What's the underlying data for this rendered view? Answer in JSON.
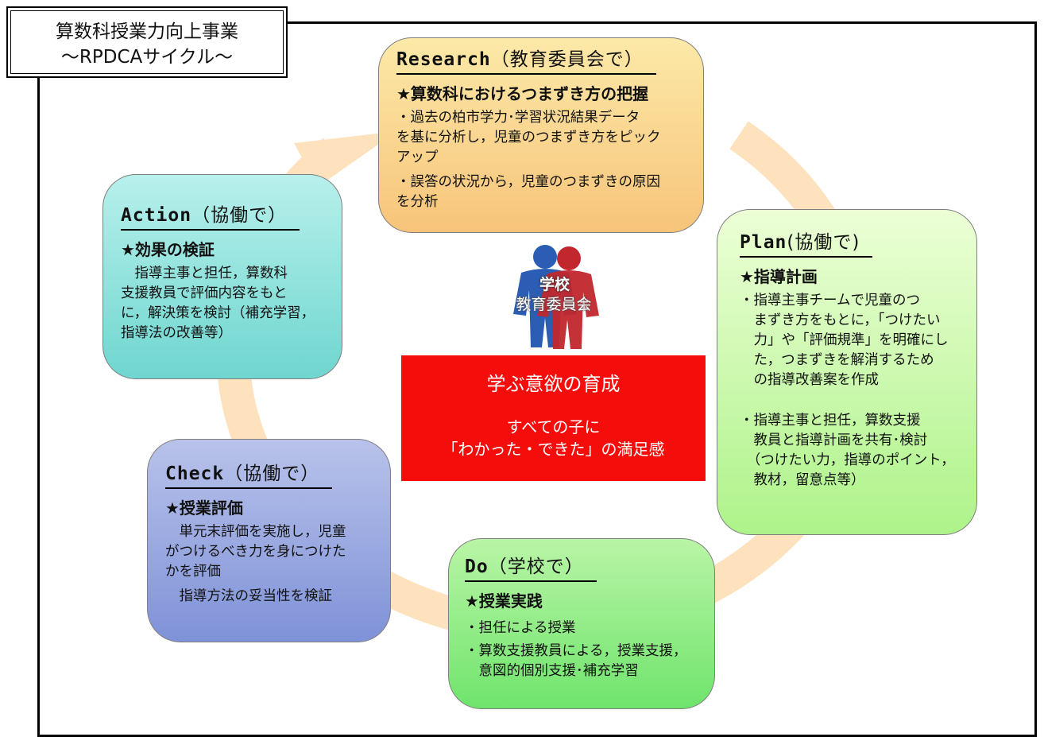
{
  "title": {
    "line1": "算数科授業力向上事業",
    "line2": "～RPDCAサイクル～"
  },
  "colors": {
    "cycle_arrow": "#fde2bd",
    "research_box": "#f8c97f",
    "action_box": "#7fd9d2",
    "plan_box": "#b4f08e",
    "check_box": "#8a9bdc",
    "do_box": "#79e671",
    "center_box": "#f40d0b"
  },
  "research": {
    "head_latin": "Research",
    "head_suffix": "（教育委員会で）",
    "subtitle": "★算数科におけるつまずき方の把握",
    "lines": [
      "・過去の柏市学力･学習状況結果データ",
      "を基に分析し，児童のつまずき方をピック",
      "アップ",
      "・誤答の状況から，児童のつまずきの原因",
      "を分析"
    ]
  },
  "action": {
    "head_latin": "Action",
    "head_suffix": "（協働で）",
    "subtitle": "★効果の検証",
    "lines": [
      "　指導主事と担任，算数科",
      "支援教員で評価内容をもと",
      "に，解決策を検討（補充学習，",
      "指導法の改善等）"
    ]
  },
  "plan": {
    "head_latin": "Plan",
    "head_suffix": "(協働で)",
    "subtitle": "★指導計画",
    "lines": [
      "・指導主事チームで児童のつ",
      "　まずき方をもとに，「つけたい",
      "　力」や「評価規準」を明確にし",
      "　た，つまずきを解消するため",
      "　の指導改善案を作成",
      "・指導主事と担任，算数支援",
      "　教員と指導計画を共有･検討",
      "　（つけたい力，指導のポイント，",
      "　教材，留意点等）"
    ]
  },
  "check": {
    "head_latin": "Check",
    "head_suffix": "（協働で）",
    "subtitle": "★授業評価",
    "lines": [
      "　単元末評価を実施し，児童",
      "がつけるべき力を身につけた",
      "かを評価",
      "　指導方法の妥当性を検証"
    ]
  },
  "do": {
    "head_latin": "Do",
    "head_suffix": "（学校で）",
    "subtitle": "★授業実践",
    "lines": [
      "・担任による授業",
      "・算数支援教員による，授業支援，",
      "　意図的個別支援･補充学習"
    ]
  },
  "logo": {
    "line1": "学校",
    "line2": "教育委員会"
  },
  "center": {
    "main": "学ぶ意欲の育成",
    "sub1": "すべての子に",
    "sub2": "「わかった・できた」の満足感"
  }
}
